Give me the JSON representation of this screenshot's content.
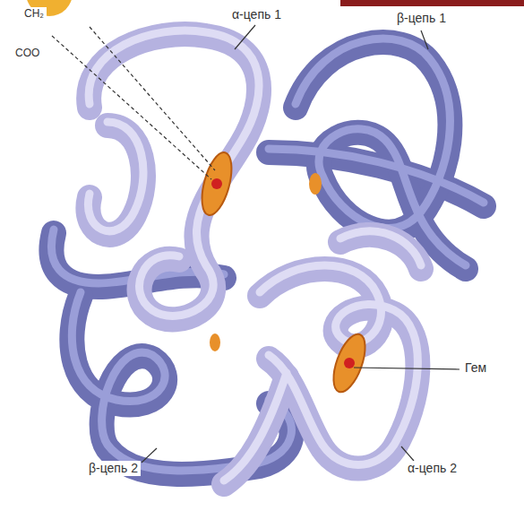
{
  "diagram": {
    "labels": [
      "CH₂",
      "COO",
      "α-цепь 1",
      "β-цепь 1",
      "Гем",
      "β-цепь 2",
      "α-цепь 2"
    ]
  }
}
